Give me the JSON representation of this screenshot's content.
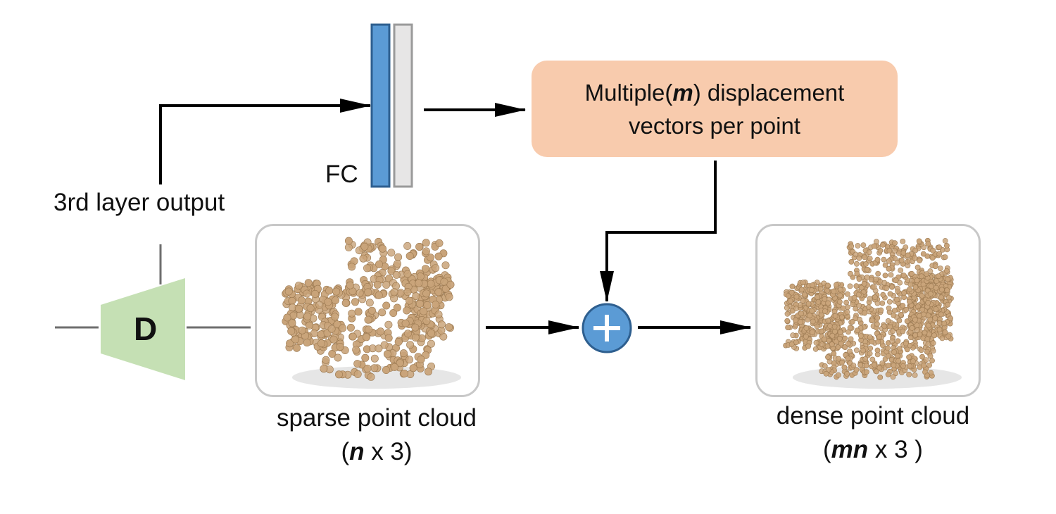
{
  "fc": {
    "label": "FC"
  },
  "layer_output": {
    "label": "3rd layer output"
  },
  "displacement": {
    "line1_pre": "Multiple(",
    "line1_var": "m",
    "line1_post": ") displacement",
    "line2": "vectors per point"
  },
  "decoder": {
    "label": "D"
  },
  "sparse": {
    "caption": "sparse point cloud",
    "dim_pre": "(",
    "dim_var": "n",
    "dim_post": " x 3)"
  },
  "dense": {
    "caption": "dense point cloud",
    "dim_pre": "(",
    "dim_var": "mn",
    "dim_post": " x 3 )"
  },
  "colors": {
    "fc_blue": "#5b9bd5",
    "fc_gray": "#e7e6e6",
    "displacement_fill": "#f8cbad",
    "decoder_fill": "#c5e0b4",
    "plus_circle": "#5b9bd5",
    "point_color": "#c9a47a"
  }
}
